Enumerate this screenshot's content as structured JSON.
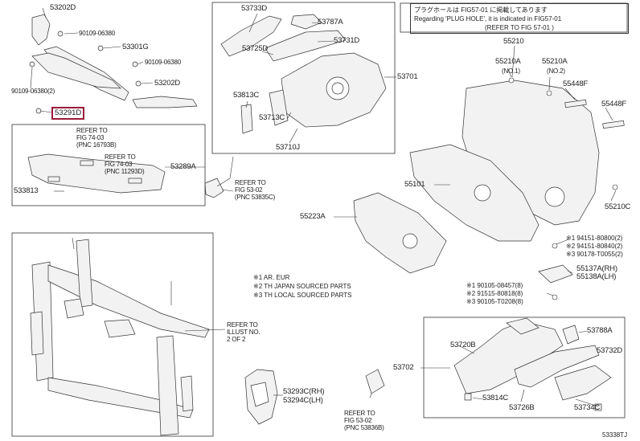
{
  "diagram_code": "53338TJ",
  "highlighted_part": "53291D",
  "note_box": {
    "line1": "プラグホールは FIG57-01 に掲載してあります",
    "line2": "Regarding 'PLUG HOLE', it is indicated in FIG57-01",
    "line3": "(REFER TO FIG 57-01 )"
  },
  "legend": {
    "l1": "※1 AR. EUR",
    "l2": "※2 TH JAPAN SOURCED PARTS",
    "l3": "※3 TH LOCAL SOURCED PARTS"
  },
  "parts": {
    "p53202D_a": "53202D",
    "p90109_a": "90109-06380",
    "p53301G": "53301G",
    "p90109_b": "90109-06380",
    "p90109_c": "90109-06380(2)",
    "p53202D_b": "53202D",
    "p53289A": "53289A",
    "p53381G": "533813",
    "p53733D": "53733D",
    "p53787A": "53787A",
    "p53725D": "53725D",
    "p53731D": "53731D",
    "p53701": "53701",
    "p53813C": "53813C",
    "p53713C": "53713C",
    "p53710J": "53710J",
    "p55210": "55210",
    "p55210A_1": "55210A",
    "p55210A_1n": "(NO.1)",
    "p55210A_2": "55210A",
    "p55210A_2n": "(NO.2)",
    "p55448F_a": "55448F",
    "p55448F_b": "55448F",
    "p55101": "55101",
    "p55210C": "55210C",
    "p55223A": "55223A",
    "p55137A": "55137A(RH)",
    "p55138A": "55138A(LH)",
    "p53702": "53702",
    "p53720B": "53720B",
    "p53788A": "53788A",
    "p53732D": "53732D",
    "p53814C": "53814C",
    "p53726B": "53726B",
    "p53734C": "53734C",
    "p53293C": "53293C(RH)",
    "p53294C": "53294C(LH)"
  },
  "fasteners": {
    "f1": "※1 94151-80800(2)",
    "f2": "※2 94151-80840(2)",
    "f3": "※3 90178-T0055(2)",
    "f4": "※1 90105-08457(8)",
    "f5": "※2 91515-80818(8)",
    "f6": "※3 90105-T0208(8)"
  },
  "refs": {
    "r1": {
      "a": "REFER TO",
      "b": "FIG 74-03",
      "c": "(PNC 16793B)"
    },
    "r2": {
      "a": "REFER TO",
      "b": "FIG 74-03",
      "c": "(PNC 11293D)"
    },
    "r3": {
      "a": "REFER TO",
      "b": "FIG 53-02",
      "c": "(PNC 53835C)"
    },
    "r4": {
      "a": "REFER TO",
      "b": "ILLUST NO.",
      "c": "2 OF 2"
    },
    "r5": {
      "a": "REFER TO",
      "b": "FIG 53-02",
      "c": "(PNC 53836B)"
    }
  }
}
